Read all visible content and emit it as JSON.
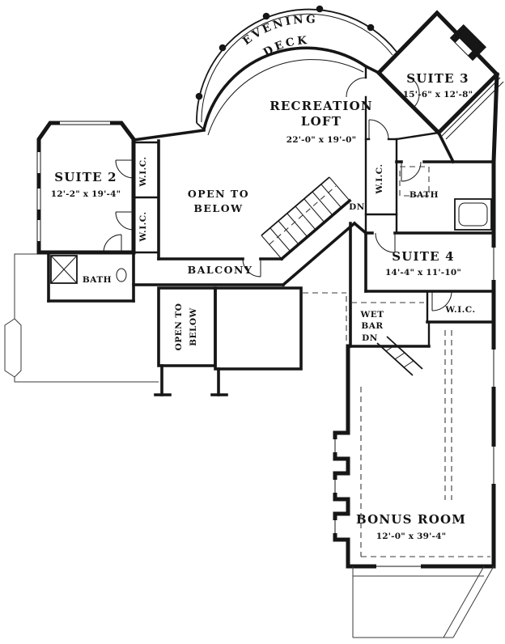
{
  "labels": {
    "evening_deck": {
      "word1": "EVENING",
      "word2": "DECK"
    },
    "recreation_loft": {
      "line1": "RECREATION",
      "line2": "LOFT",
      "dims": "22'-0\" x 19'-0\""
    },
    "suite2": {
      "name": "SUITE 2",
      "dims": "12'-2\" x 19'-4\""
    },
    "suite3": {
      "name": "SUITE 3",
      "dims": "15'-6\" x 12'-8\""
    },
    "suite4": {
      "name": "SUITE 4",
      "dims": "14'-4\" x 11'-10\""
    },
    "bonus_room": {
      "name": "BONUS ROOM",
      "dims": "12'-0\" x 39'-4\""
    },
    "open_to_below_main": {
      "line1": "OPEN TO",
      "line2": "BELOW"
    },
    "open_to_below_small": {
      "line1": "OPEN TO",
      "line2": "BELOW"
    },
    "balcony": "BALCONY",
    "bath_left": "BATH",
    "bath_right": "BATH",
    "wic_left_upper": "W.I.C.",
    "wic_left_lower": "W.I.C.",
    "wic_right_vertical": "W.I.C.",
    "wic_suite4": "W.I.C.",
    "wet_bar": {
      "line1": "WET",
      "line2": "BAR"
    },
    "dn_stairs": "DN",
    "dn_wet_bar": "DN"
  },
  "colors": {
    "ink": "#161616",
    "paper": "#ffffff"
  }
}
